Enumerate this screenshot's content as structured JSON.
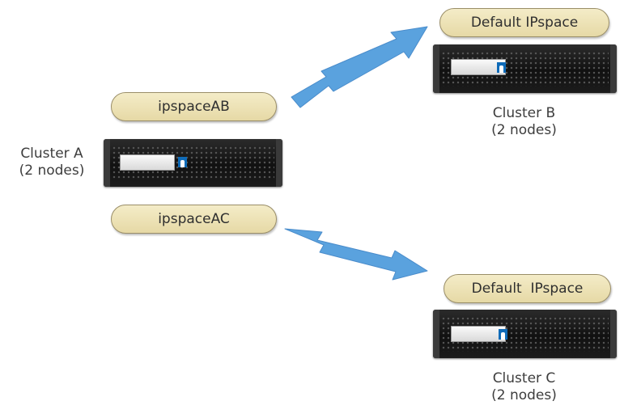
{
  "clusters": {
    "a": {
      "name": "Cluster A",
      "nodes": "(2 nodes)"
    },
    "b": {
      "name": "Cluster B",
      "nodes": "(2 nodes)"
    },
    "c": {
      "name": "Cluster C",
      "nodes": "(2 nodes)"
    }
  },
  "ipspaces": {
    "ab": "ipspaceAB",
    "ac": "ipspaceAC",
    "b_default": "Default IPspace",
    "c_default": "Default  IPspace"
  },
  "colors": {
    "arrow": "#5aa2de",
    "pill_fill": "#efe5bd",
    "pill_border": "#9a8e68",
    "server_body": "#1a1a1a",
    "logo": "#0f6bb8"
  },
  "icons": {
    "server": "storage-controller-icon",
    "logo": "vendor-logo-icon",
    "arrow": "double-headed-arrow"
  }
}
